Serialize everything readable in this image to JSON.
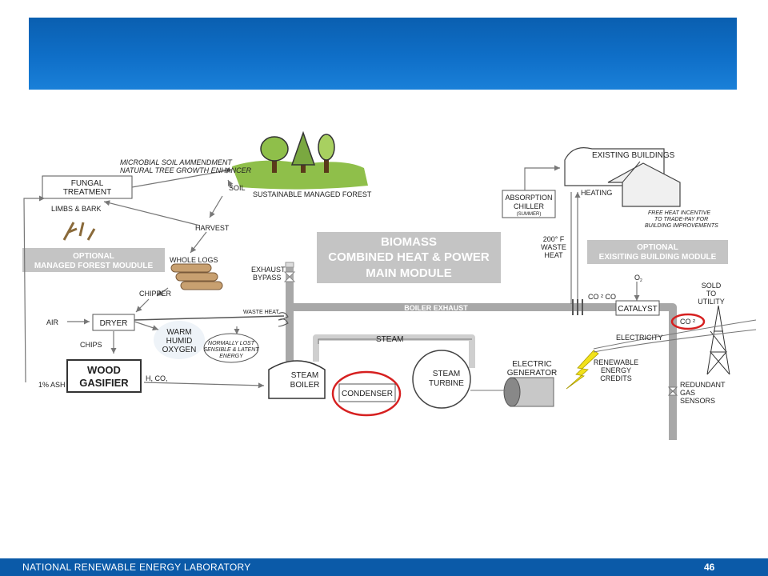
{
  "footer": {
    "org": "NATIONAL RENEWABLE ENERGY LABORATORY",
    "page": "46"
  },
  "diagram": {
    "microbial1": "MICROBIAL SOIL AMMENDMENT",
    "microbial2": "NATURAL TREE GROWTH ENHANCER",
    "fungal1": "FUNGAL",
    "fungal2": "TREATMENT",
    "limbs": "LIMBS & BARK",
    "forest": "SUSTAINABLE MANAGED FOREST",
    "soil": "SOIL",
    "harvest": "HARVEST",
    "opt_forest1": "OPTIONAL",
    "opt_forest2": "MANAGED FOREST MOUDULE",
    "whole_logs": "WHOLE LOGS",
    "chipper": "CHIPPER",
    "air": "AIR",
    "dryer": "DRYER",
    "chips": "CHIPS",
    "warm1": "WARM",
    "warm2": "HUMID",
    "warm3": "OXYGEN",
    "lost1": "NORMALLY LOST",
    "lost2": "SENSIBLE & LATENT",
    "lost3": "ENERGY",
    "gasifier1": "WOOD",
    "gasifier2": "GASIFIER",
    "ash": "1% ASH",
    "hco": "H, CO,",
    "exhaust1": "EXHAUST",
    "exhaust2": "BYPASS",
    "waste_heat": "WASTE HEAT",
    "biomass1": "BIOMASS",
    "biomass2": "COMBINED HEAT & POWER",
    "biomass3": "MAIN MODULE",
    "boiler_exhaust": "BOILER EXHAUST",
    "steam": "STEAM",
    "steam_boiler1": "STEAM",
    "steam_boiler2": "BOILER",
    "condenser": "CONDENSER",
    "steam_turbine1": "STEAM",
    "steam_turbine2": "TURBINE",
    "electric1": "ELECTRIC",
    "electric2": "GENERATOR",
    "electricity": "ELECTRICITY",
    "renew1": "RENEWABLE",
    "renew2": "ENERGY",
    "renew3": "CREDITS",
    "existing": "EXISTING BUILDINGS",
    "absorption1": "ABSORPTION",
    "absorption2": "CHILLER",
    "absorption3": "(SUMMER)",
    "heating": "HEATING",
    "free1": "FREE HEAT INCENTIVE",
    "free2": "TO TRADE-PAY FOR",
    "free3": "BUILDING IMPROVEMENTS",
    "waste200_1": "200° F",
    "waste200_2": "WASTE",
    "waste200_3": "HEAT",
    "opt_bldg1": "OPTIONAL",
    "opt_bldg2": "EXISITING BUILDING MODULE",
    "co2co": "CO ² CO",
    "o2": "O",
    "o2sub": "2",
    "catalyst": "CATALYST",
    "co2": "CO ²",
    "sold1": "SOLD",
    "sold2": "TO",
    "sold3": "UTILITY",
    "redundant1": "REDUNDANT",
    "redundant2": "GAS",
    "redundant3": "SENSORS"
  },
  "colors": {
    "header": "#0f6fc8",
    "footer": "#0b5aa8",
    "pipe": "#a8a8a8",
    "module": "#b8b8b8",
    "highlight": "#d62020",
    "tree": "#8fbf4a",
    "bolt": "#f2e21a"
  }
}
